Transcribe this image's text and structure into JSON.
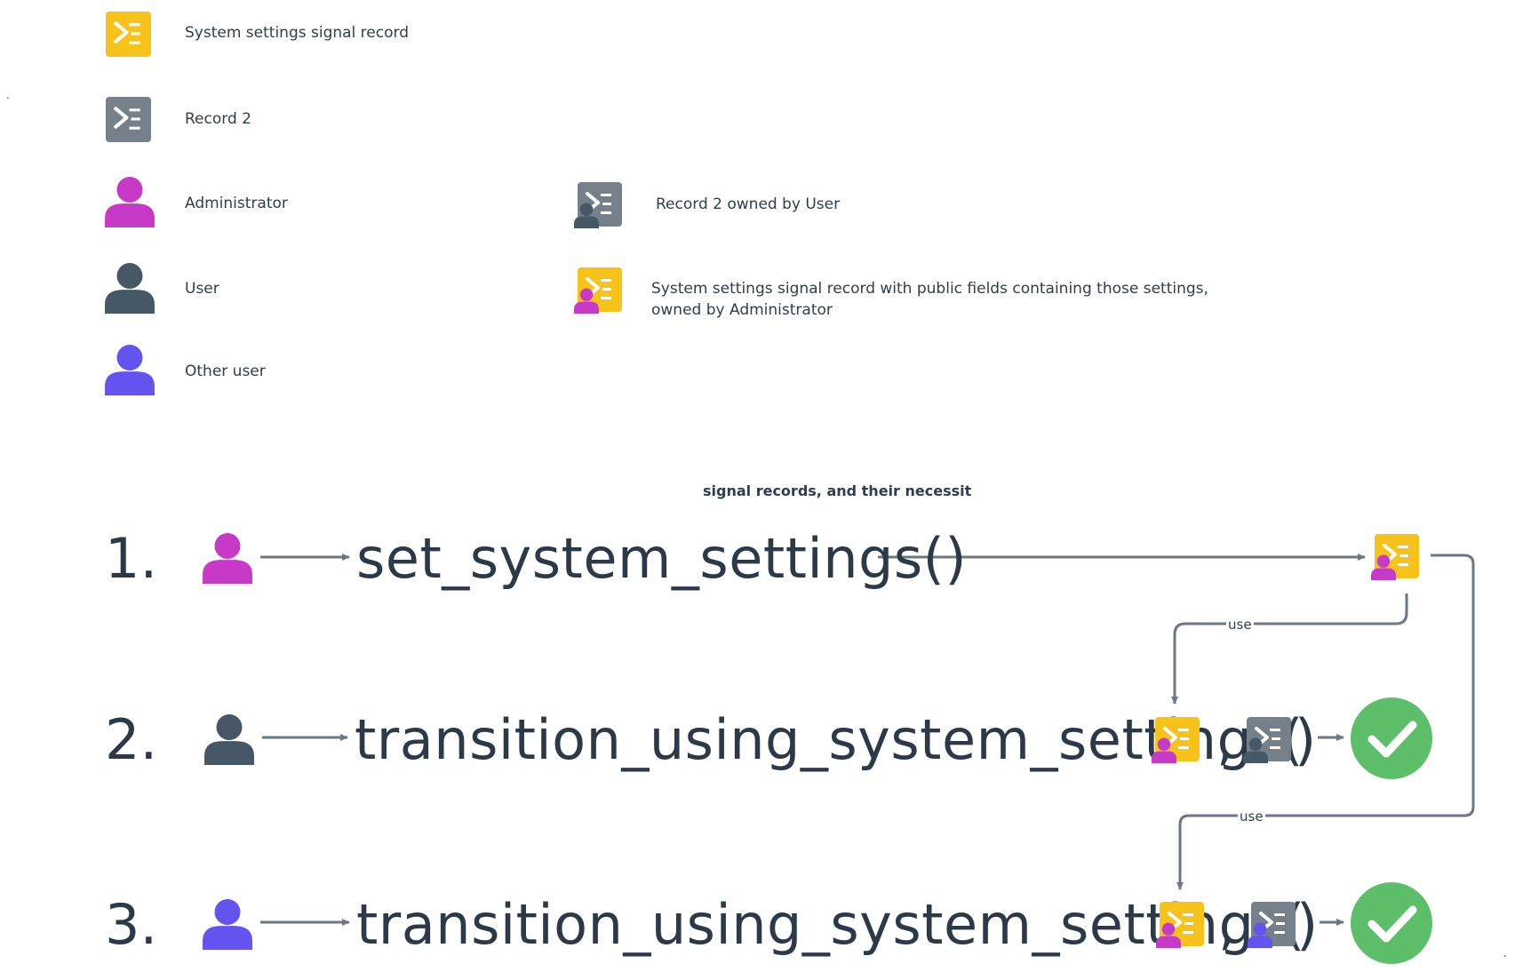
{
  "colors": {
    "signal_yellow": "#f7c21a",
    "record_gray": "#75808b",
    "admin_magenta": "#c73ac7",
    "user_dark": "#465765",
    "other_user_purple": "#6353ef",
    "success_green": "#5ebf6a",
    "arrow": "#6b7785"
  },
  "legend": {
    "signal_record": "System settings signal record",
    "record2": "Record 2",
    "administrator": "Administrator",
    "user": "User",
    "other_user": "Other user",
    "record2_owned": "Record 2 owned by User",
    "settings_owned_line1": "System settings signal record with public fields containing those settings,",
    "settings_owned_line2": "owned by Administrator"
  },
  "caption": "signal records, and their necessit",
  "steps": [
    {
      "number": "1.",
      "call": "set_system_settings()"
    },
    {
      "number": "2.",
      "call": "transition_using_system_settings(",
      "separator": ",",
      "close": ")"
    },
    {
      "number": "3.",
      "call": "transition_using_system_settings(",
      "separator": ",",
      "close": ")"
    }
  ],
  "edge_labels": {
    "use_1": "use",
    "use_2": "use"
  },
  "stray_marks": {
    "left": ".",
    "right": "."
  }
}
